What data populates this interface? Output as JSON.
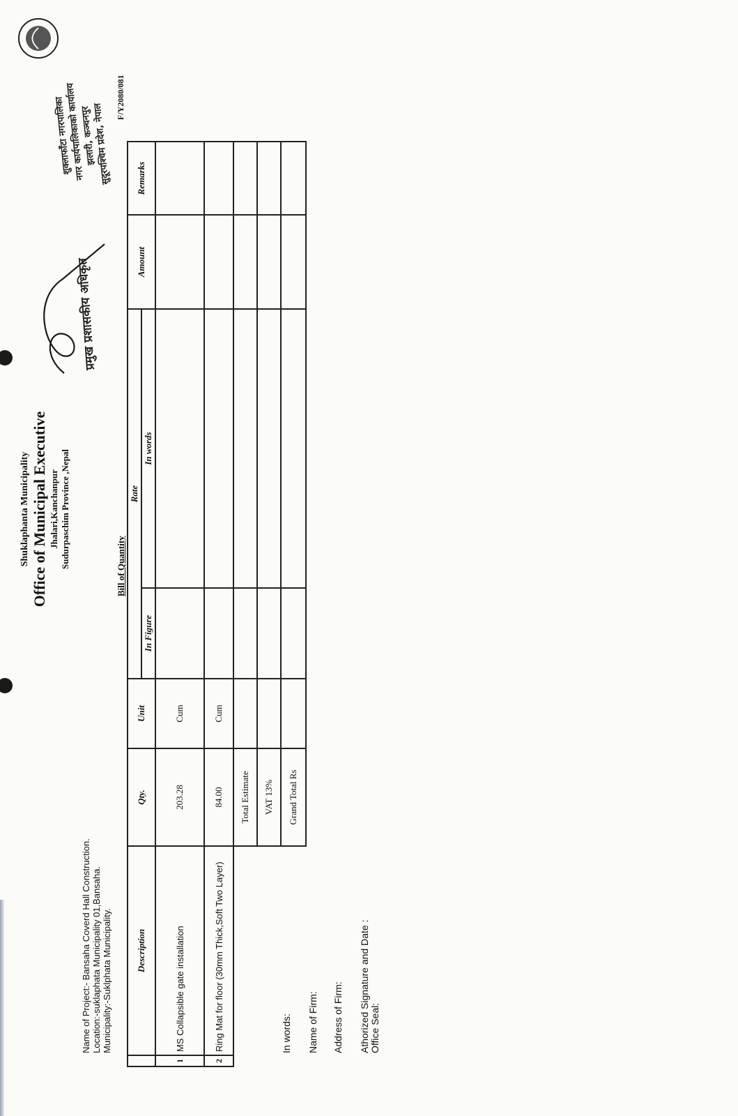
{
  "header": {
    "municipality": "Shuklaphanta Municipality",
    "office": "Office of Municipal Executive",
    "address_line1": "Jhalari,Kanchanpur",
    "address_line2": "Sudurpaschim Province ,Nepal"
  },
  "project": {
    "name_line": "Name of Project:- Bansaha Coverd Hall Construction.",
    "location_line": "Location:-suklaphata Municipality 01,Bansaha.",
    "municipality_line": "Municipality:-Suklphata Municipality."
  },
  "bill_title": "Bill of Quantity",
  "fiscal_year": "F/Y2080/081",
  "table": {
    "headers": {
      "description": "Description",
      "qty": "Qty.",
      "unit": "Unit",
      "rate": "Rate",
      "in_figure": "In Figure",
      "in_words": "In words",
      "amount": "Amount",
      "remarks": "Remarks"
    },
    "rows": [
      {
        "sn": "1",
        "description": "MS Collapsible gate installation",
        "qty": "203.28",
        "unit": "Cum"
      },
      {
        "sn": "2",
        "description": "Ring Mat for floor (30mm Thick,Soft Two Layer)",
        "qty": "84.00",
        "unit": "Cum"
      }
    ],
    "totals": {
      "total_estimate": "Total Estimate",
      "vat": "VAT 13%",
      "grand_total": "Grand Total Rs"
    }
  },
  "footer": {
    "in_words": "In words:",
    "name_of_firm": "Name of Firm:",
    "address_of_firm": "Address of Firm:",
    "authorized": "Athorized Signature and Date :",
    "office_seal": "Office Seal:"
  },
  "stamps": {
    "officer_stamp": "प्रमुख प्रशासकीय अधिकृत",
    "office_seal_text": [
      "शुक्लाफाँटा नगरपालिका",
      "नगर कार्यपालिकाको कार्यालय",
      "झलारी, कञ्चनपुर",
      "सुदूरपश्चिम प्रदेश, नेपाल"
    ]
  },
  "colors": {
    "paper": "#fbfbf8",
    "ink": "#111111",
    "signature_ink": "#1a1a1a"
  }
}
